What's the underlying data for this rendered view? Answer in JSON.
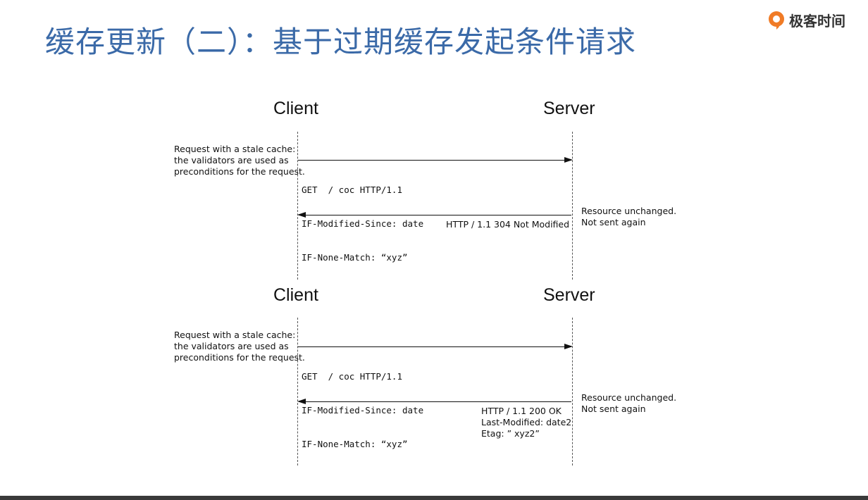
{
  "title": "缓存更新（二）：基于过期缓存发起条件请求",
  "logo": {
    "text": "极客时间",
    "icon": "geektime-logo-icon",
    "color": "#f07b26"
  },
  "colors": {
    "title": "#3b6aa8",
    "bottom_bar": "#3a3a3a"
  },
  "diagrams": [
    {
      "client": "Client",
      "server": "Server",
      "request_note": [
        "Request with a stale cache:",
        "the validators are used as",
        "preconditions for the request."
      ],
      "request_lines": [
        "GET  / coc HTTP/1.1",
        "IF-Modified-Since: date",
        "IF-None-Match: “xyz”"
      ],
      "response_lines": [
        "HTTP / 1.1  304  Not Modified"
      ],
      "server_note": [
        "Resource unchanged.",
        "Not sent again"
      ]
    },
    {
      "client": "Client",
      "server": "Server",
      "request_note": [
        "Request with a stale cache:",
        "the validators are used as",
        "preconditions for the request."
      ],
      "request_lines": [
        "GET  / coc HTTP/1.1",
        "IF-Modified-Since: date",
        "IF-None-Match: “xyz”"
      ],
      "response_lines": [
        "HTTP / 1.1  200 OK",
        "Last-Modified: date2",
        "Etag: ” xyz2”"
      ],
      "server_note": [
        "Resource unchanged.",
        "Not sent again"
      ]
    }
  ]
}
